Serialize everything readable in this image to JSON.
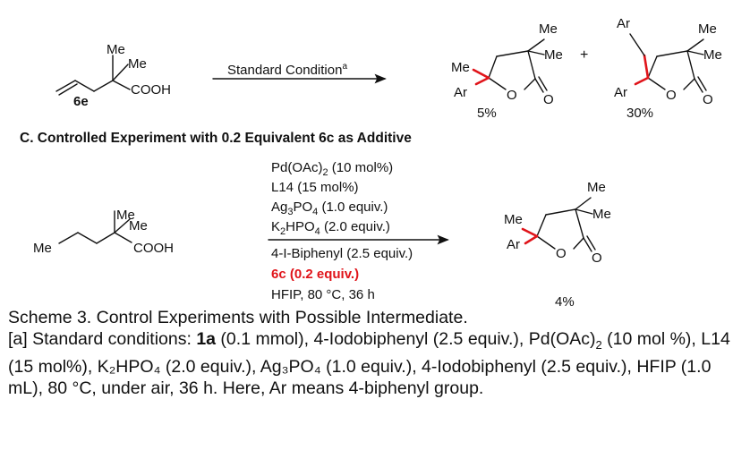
{
  "top_reaction": {
    "substrate_label": "6e",
    "substrate_me_upper": "Me",
    "substrate_me_lower": "Me",
    "substrate_cooh": "COOH",
    "arrow_label": "Standard Condition",
    "arrow_label_sup": "a",
    "product1": {
      "me_top": "Me",
      "me_right": "Me",
      "me_left": "Me",
      "ar": "Ar",
      "o_ring": "O",
      "o_carbonyl": "O",
      "yield": "5%"
    },
    "plus": "+",
    "product2": {
      "ar_top": "Ar",
      "me_top": "Me",
      "me_right": "Me",
      "ar_left": "Ar",
      "o_ring": "O",
      "o_carbonyl": "O",
      "yield": "30%"
    }
  },
  "section_title": "C. Controlled Experiment with 0.2  Equivalent 6c as Additive",
  "bottom_reaction": {
    "substrate_me_chain": "Me",
    "substrate_me_upper": "Me",
    "substrate_me_lower": "Me",
    "substrate_cooh": "COOH",
    "conditions": {
      "pd_prefix": "Pd(OAc)",
      "pd_sub": "2",
      "pd_suffix": " (10 mol%)",
      "ligand": "L14 (15 mol%)",
      "ag_prefix": "Ag",
      "ag_sub1": "3",
      "ag_mid": "PO",
      "ag_sub2": "4",
      "ag_suffix": " (1.0 equiv.)",
      "k_prefix": "K",
      "k_sub1": "2",
      "k_mid": "HPO",
      "k_sub2": "4",
      "k_suffix": " (2.0 equiv.)",
      "aryl_iodide": "4-I-Biphenyl (2.5 equiv.)",
      "additive": "6c (0.2 equiv.)",
      "solvent_temp_time": "HFIP, 80 °C, 36 h"
    },
    "product": {
      "me_top": "Me",
      "me_right": "Me",
      "me_left": "Me",
      "ar": "Ar",
      "o_ring": "O",
      "o_carbonyl": "O",
      "yield": "4%"
    }
  },
  "caption": {
    "title": "Scheme 3. Control Experiments with Possible Intermediate.",
    "note_prefix": "[a] Standard conditions: ",
    "note_bold": "1a",
    "note_body": " (0.1 mmol), 4-Iodobiphenyl (2.5 equiv.), Pd(OAc)",
    "note_sub": "2",
    "note_rest": " (10 mol %), L14 (15 mol%), K₂HPO₄ (2.0 equiv.), Ag₃PO₄ (1.0 equiv.), 4-Iodobiphenyl (2.5 equiv.), HFIP (1.0 mL), 80 °C, under air, 36 h. Here, Ar means 4-biphenyl group."
  },
  "colors": {
    "text": "#111111",
    "highlight_bond": "#e0141a",
    "additive_text": "#e0141a"
  }
}
